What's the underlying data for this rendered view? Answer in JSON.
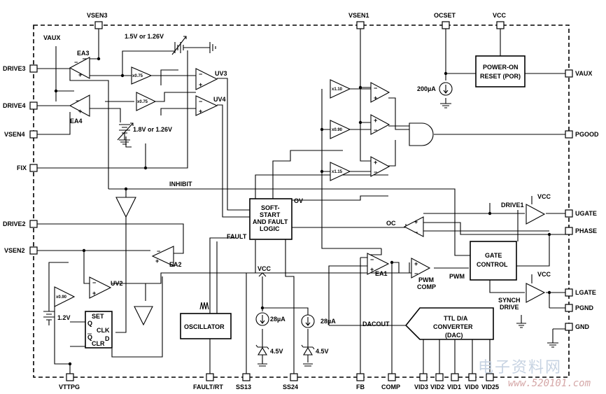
{
  "pins": {
    "vsen3": "VSEN3",
    "vsen1": "VSEN1",
    "ocset": "OCSET",
    "vcc_top": "VCC",
    "vaux_left": "VAUX",
    "drive3": "DRIVE3",
    "drive4": "DRIVE4",
    "vsen4": "VSEN4",
    "fix": "FIX",
    "drive2": "DRIVE2",
    "vsen2": "VSEN2",
    "vttpg": "VTTPG",
    "fault_rt": "FAULT/RT",
    "ss13": "SS13",
    "ss24": "SS24",
    "fb": "FB",
    "comp": "COMP",
    "vid3": "VID3",
    "vid2": "VID2",
    "vid1": "VID1",
    "vid0": "VID0",
    "vid25": "VID25",
    "vaux_right": "VAUX",
    "pgood": "PGOOD",
    "ugate": "UGATE",
    "phase": "PHASE",
    "lgate": "LGATE",
    "pgnd": "PGND",
    "gnd": "GND"
  },
  "blocks": {
    "por_line1": "POWER-ON",
    "por_line2": "RESET (POR)",
    "soft_line1": "SOFT-",
    "soft_line2": "START",
    "soft_line3": "AND FAULT",
    "soft_line4": "LOGIC",
    "gate_line1": "GATE",
    "gate_line2": "CONTROL",
    "osc": "OSCILLATOR",
    "dac_line1": "TTL D/A",
    "dac_line2": "CONVERTER",
    "dac_line3": "(DAC)",
    "latch_set": "SET",
    "latch_q": "Q",
    "latch_qbar": "Q",
    "latch_clk": "CLK",
    "latch_d": "D",
    "latch_clr": "CLR"
  },
  "labels": {
    "ea3": "EA3",
    "ea4": "EA4",
    "ea2": "EA2",
    "ea1": "EA1",
    "uv3": "UV3",
    "uv4": "UV4",
    "uv2": "UV2",
    "ref_top": "1.5V or 1.26V",
    "ref_mid": "1.8V or 1.26V",
    "ref_12": "1.2V",
    "inhibit": "INHIBIT",
    "ov": "OV",
    "oc": "OC",
    "fault": "FAULT",
    "drive1": "DRIVE1",
    "vcc_drive1": "VCC",
    "vcc_synch": "VCC",
    "vcc_ss": "VCC",
    "synch_line1": "SYNCH",
    "synch_line2": "DRIVE",
    "pwm_comp_line1": "PWM",
    "pwm_comp_line2": "COMP",
    "pwm": "PWM",
    "dacout": "DACOUT",
    "i200": "200µA",
    "i28a": "28µA",
    "i28b": "28µA",
    "z45a": "4.5V",
    "z45b": "4.5V",
    "g075a": "x0.75",
    "g075b": "x0.75",
    "g110": "x1.10",
    "g090": "x0.90",
    "g115": "x1.15",
    "g090b": "x0.90"
  },
  "watermark": {
    "cn": "电子资料网",
    "url": "www.520101.com"
  }
}
